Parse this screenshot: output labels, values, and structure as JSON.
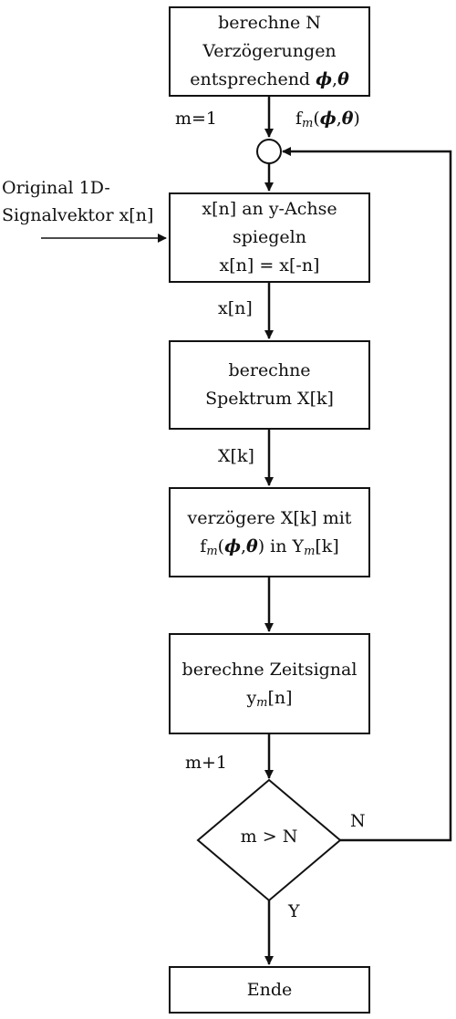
{
  "nodes": {
    "compute_delays": {
      "line1": "berechne N",
      "line2": "Verzögerungen",
      "line3_text": "entsprechend",
      "phi": "ϕ",
      "comma": ",",
      "theta": "θ"
    },
    "mirror": {
      "line1": "x[n] an y-Achse",
      "line2": "spiegeln",
      "line3": "x[n] = x[-n]"
    },
    "spectrum": {
      "line1": "berechne",
      "line2": "Spektrum X[k]"
    },
    "delay": {
      "line1": "verzögere X[k] mit",
      "f": "f",
      "m_sub": "m",
      "args_open": "(",
      "phi": "ϕ",
      "comma": ",",
      "theta": "θ",
      "args_close": ")",
      "in_text": "in Y",
      "m_sub2": "m",
      "k": "[k]"
    },
    "time_signal": {
      "line1": "berechne Zeitsignal",
      "y": "y",
      "m_sub": "m",
      "n": "[n]"
    },
    "decision": {
      "text": "m > N"
    },
    "end": {
      "text": "Ende"
    }
  },
  "labels": {
    "m_init": "m=1",
    "f_m": "f",
    "f_m_sub": "m",
    "f_m_open": "(",
    "f_m_phi": "ϕ",
    "f_m_comma": ",",
    "f_m_theta": "θ",
    "f_m_close": ")",
    "input_line1": "Original 1D-",
    "input_line2": "Signalvektor x[n]",
    "xn": "x[n]",
    "Xk": "X[k]",
    "m_inc": "m+1",
    "no": "N",
    "yes": "Y"
  }
}
